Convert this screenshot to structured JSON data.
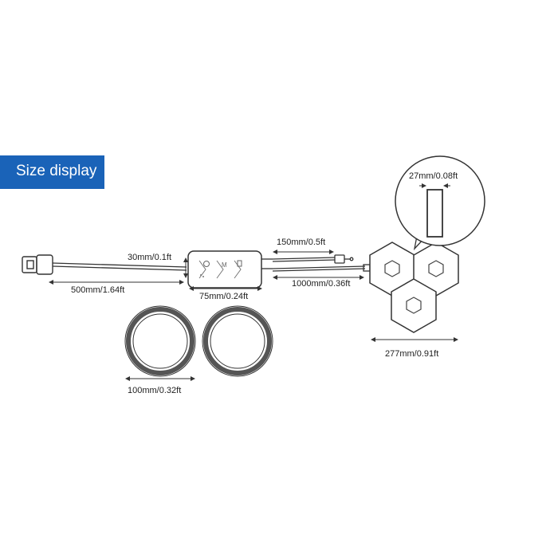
{
  "banner": {
    "title": "Size display"
  },
  "labels": {
    "cable_height": "30mm/0.1ft",
    "usb_cable_length": "500mm/1.64ft",
    "controller_width": "75mm/0.24ft",
    "short_cable_length": "150mm/0.5ft",
    "long_cable_length": "1000mm/0.36ft",
    "strip_thickness": "27mm/0.08ft",
    "panel_width": "277mm/0.91ft",
    "ring_diameter": "100mm/0.32ft"
  },
  "colors": {
    "banner": "#1a63b8",
    "line": "#333333",
    "ring": "#555555"
  }
}
